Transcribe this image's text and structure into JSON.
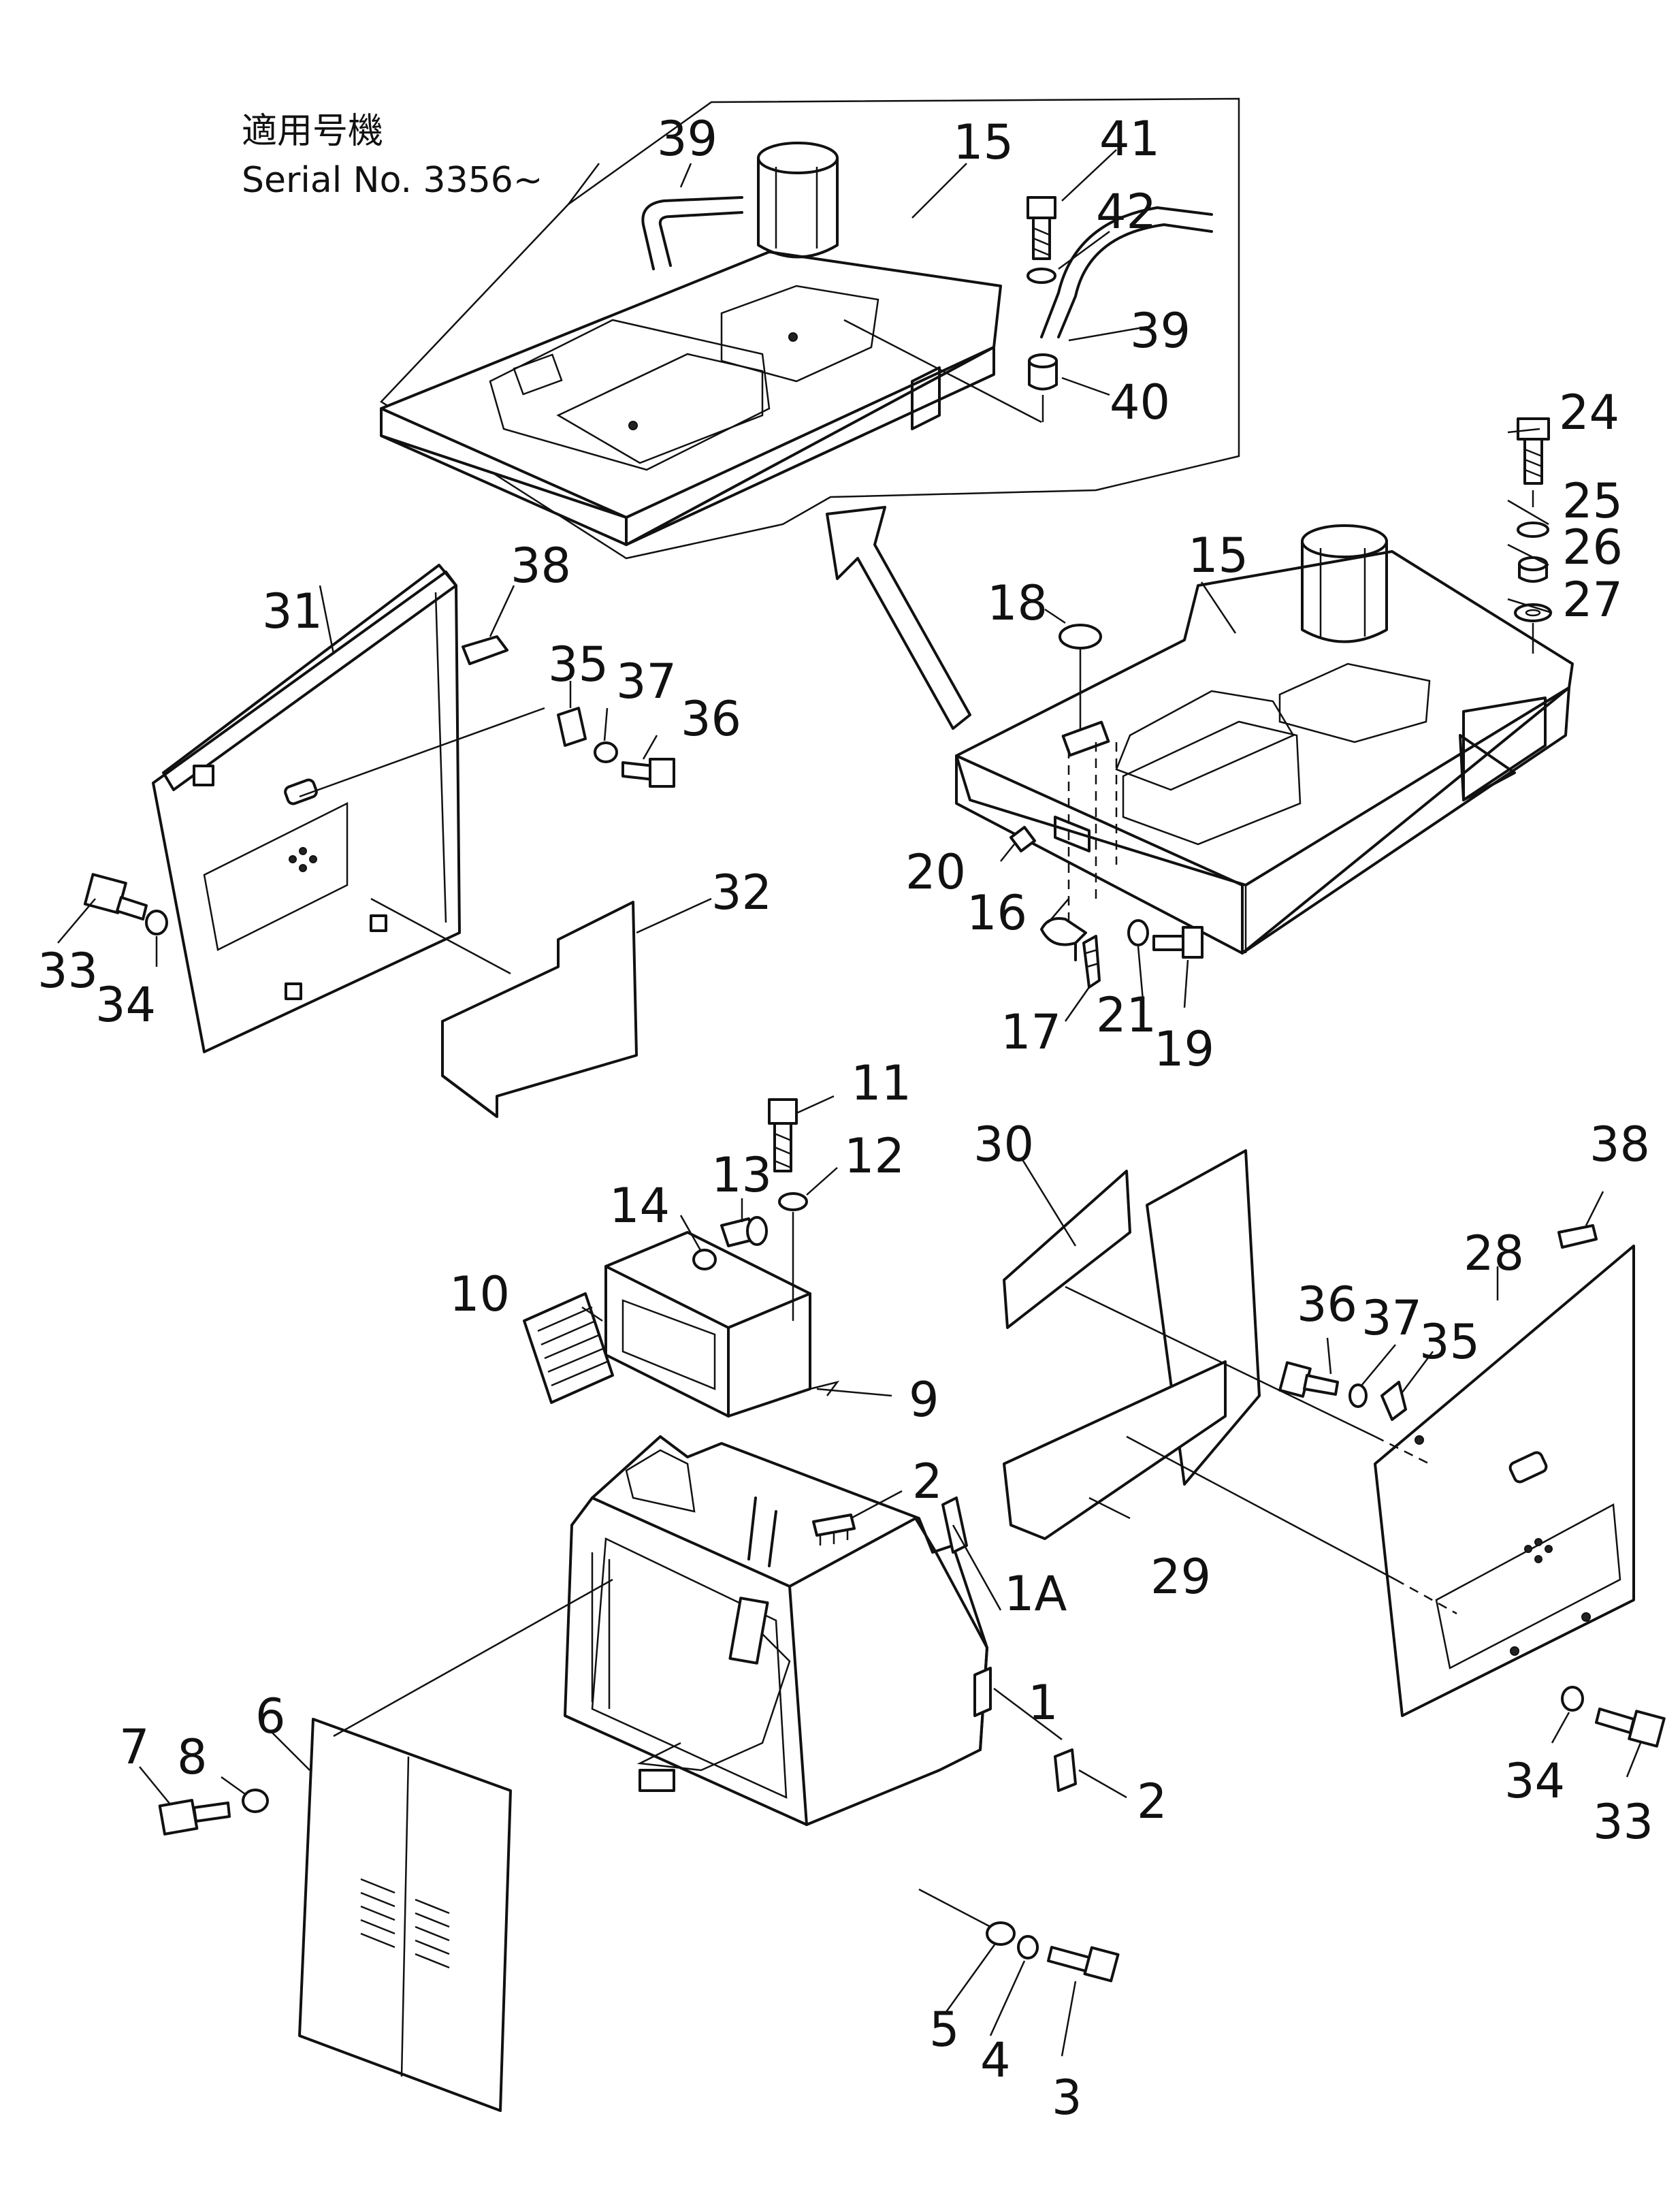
{
  "serial_note": {
    "line1": "適用号機",
    "line2": "Serial No. 3356~"
  },
  "labels": [
    {
      "id": "39a",
      "text": "39"
    },
    {
      "id": "15a",
      "text": "15"
    },
    {
      "id": "41",
      "text": "41"
    },
    {
      "id": "42",
      "text": "42"
    },
    {
      "id": "39b",
      "text": "39"
    },
    {
      "id": "40",
      "text": "40"
    },
    {
      "id": "24",
      "text": "24"
    },
    {
      "id": "25",
      "text": "25"
    },
    {
      "id": "26",
      "text": "26"
    },
    {
      "id": "27",
      "text": "27"
    },
    {
      "id": "15b",
      "text": "15"
    },
    {
      "id": "18",
      "text": "18"
    },
    {
      "id": "20",
      "text": "20"
    },
    {
      "id": "16",
      "text": "16"
    },
    {
      "id": "17",
      "text": "17"
    },
    {
      "id": "21",
      "text": "21"
    },
    {
      "id": "19",
      "text": "19"
    },
    {
      "id": "38a",
      "text": "38"
    },
    {
      "id": "31",
      "text": "31"
    },
    {
      "id": "35a",
      "text": "35"
    },
    {
      "id": "37a",
      "text": "37"
    },
    {
      "id": "36a",
      "text": "36"
    },
    {
      "id": "32",
      "text": "32"
    },
    {
      "id": "33a",
      "text": "33"
    },
    {
      "id": "34a",
      "text": "34"
    },
    {
      "id": "11",
      "text": "11"
    },
    {
      "id": "12",
      "text": "12"
    },
    {
      "id": "13",
      "text": "13"
    },
    {
      "id": "14",
      "text": "14"
    },
    {
      "id": "10",
      "text": "10"
    },
    {
      "id": "9",
      "text": "9"
    },
    {
      "id": "30",
      "text": "30"
    },
    {
      "id": "38b",
      "text": "38"
    },
    {
      "id": "28",
      "text": "28"
    },
    {
      "id": "36b",
      "text": "36"
    },
    {
      "id": "37b",
      "text": "37"
    },
    {
      "id": "35b",
      "text": "35"
    },
    {
      "id": "29",
      "text": "29"
    },
    {
      "id": "2a",
      "text": "2"
    },
    {
      "id": "1A",
      "text": "1A"
    },
    {
      "id": "1",
      "text": "1"
    },
    {
      "id": "2b",
      "text": "2"
    },
    {
      "id": "6",
      "text": "6"
    },
    {
      "id": "8",
      "text": "8"
    },
    {
      "id": "7",
      "text": "7"
    },
    {
      "id": "34b",
      "text": "34"
    },
    {
      "id": "33b",
      "text": "33"
    },
    {
      "id": "5",
      "text": "5"
    },
    {
      "id": "4",
      "text": "4"
    },
    {
      "id": "3",
      "text": "3"
    }
  ]
}
